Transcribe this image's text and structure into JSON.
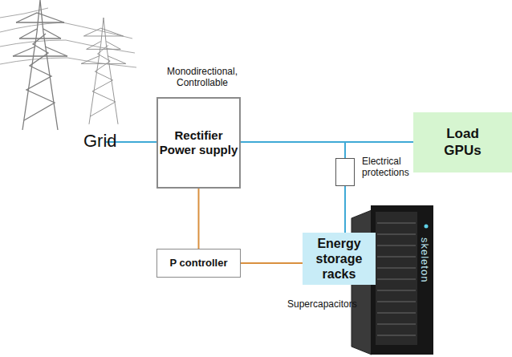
{
  "diagram": {
    "nodes": [
      {
        "text": [
          "Rectifier Power supply"
        ]
      },
      {
        "text": [
          "Load GPUs"
        ]
      },
      {
        "text": [
          "Electrical protections"
        ]
      },
      {
        "text": [
          "P controller"
        ]
      },
      {
        "text": [
          "Energy storage racks"
        ]
      }
    ],
    "edges": [
      {
        "from": 0,
        "to": 1,
        "arrow": "none"
      },
      {
        "from": 0,
        "to": 2,
        "arrow": "none"
      },
      {
        "from": 2,
        "to": 4,
        "arrow": "none"
      },
      {
        "from": 0,
        "to": 3,
        "arrow": "none"
      },
      {
        "from": 3,
        "to": 4,
        "arrow": "none"
      }
    ],
    "labels": [
      "Grid",
      "Monodirectional, Controllable",
      "Supercapacitors",
      "skeleton"
    ]
  }
}
